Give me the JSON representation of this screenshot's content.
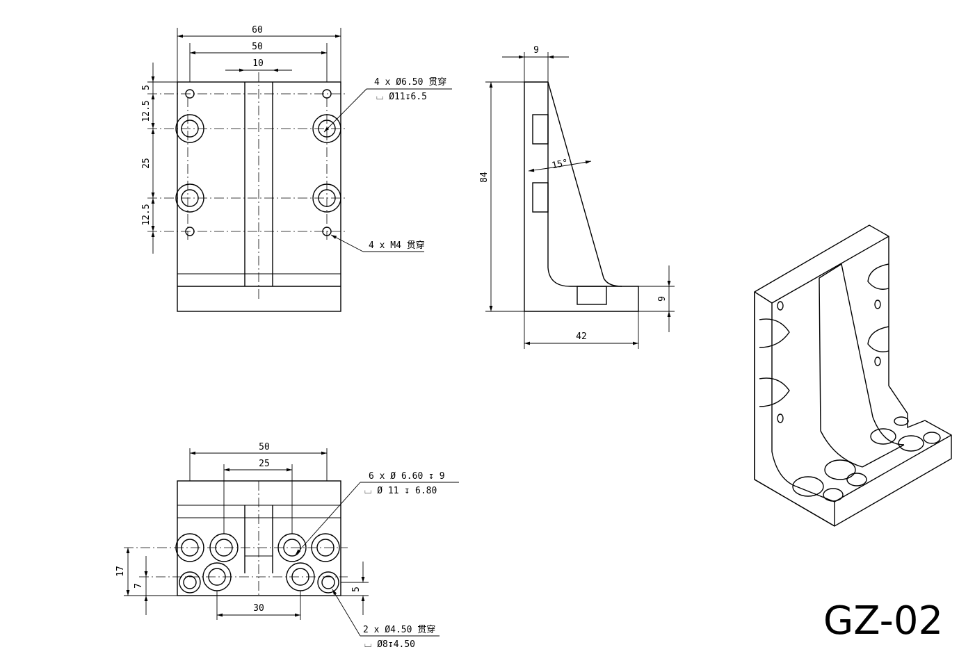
{
  "drawing": {
    "part_number": "GZ-02",
    "top_view": {
      "dim_width_outer": "60",
      "dim_width_holes": "50",
      "dim_slot": "10",
      "dim_edge": "5",
      "dim_pitch_a": "12.5",
      "dim_pitch_mid": "25",
      "dim_pitch_b": "12.5",
      "note_cbore_1": "4 x Ø6.50 贯穿",
      "note_cbore_2": "⌴ Ø11↧6.5",
      "note_tap": "4 x M4 贯穿"
    },
    "side_view": {
      "dim_wall": "9",
      "dim_height": "84",
      "dim_angle": "15°",
      "dim_base": "9",
      "dim_depth": "42"
    },
    "bottom_view": {
      "dim_width": "50",
      "dim_inner": "25",
      "dim_17": "17",
      "dim_7": "7",
      "dim_5": "5",
      "dim_30": "30",
      "note_cbore_1": "6 x Ø 6.60 ↧ 9",
      "note_cbore_2": "⌴ Ø 11 ↧ 6.80",
      "note_thru_1": "2 x Ø4.50 贯穿",
      "note_thru_2": "⌴ Ø8↧4.50"
    }
  }
}
